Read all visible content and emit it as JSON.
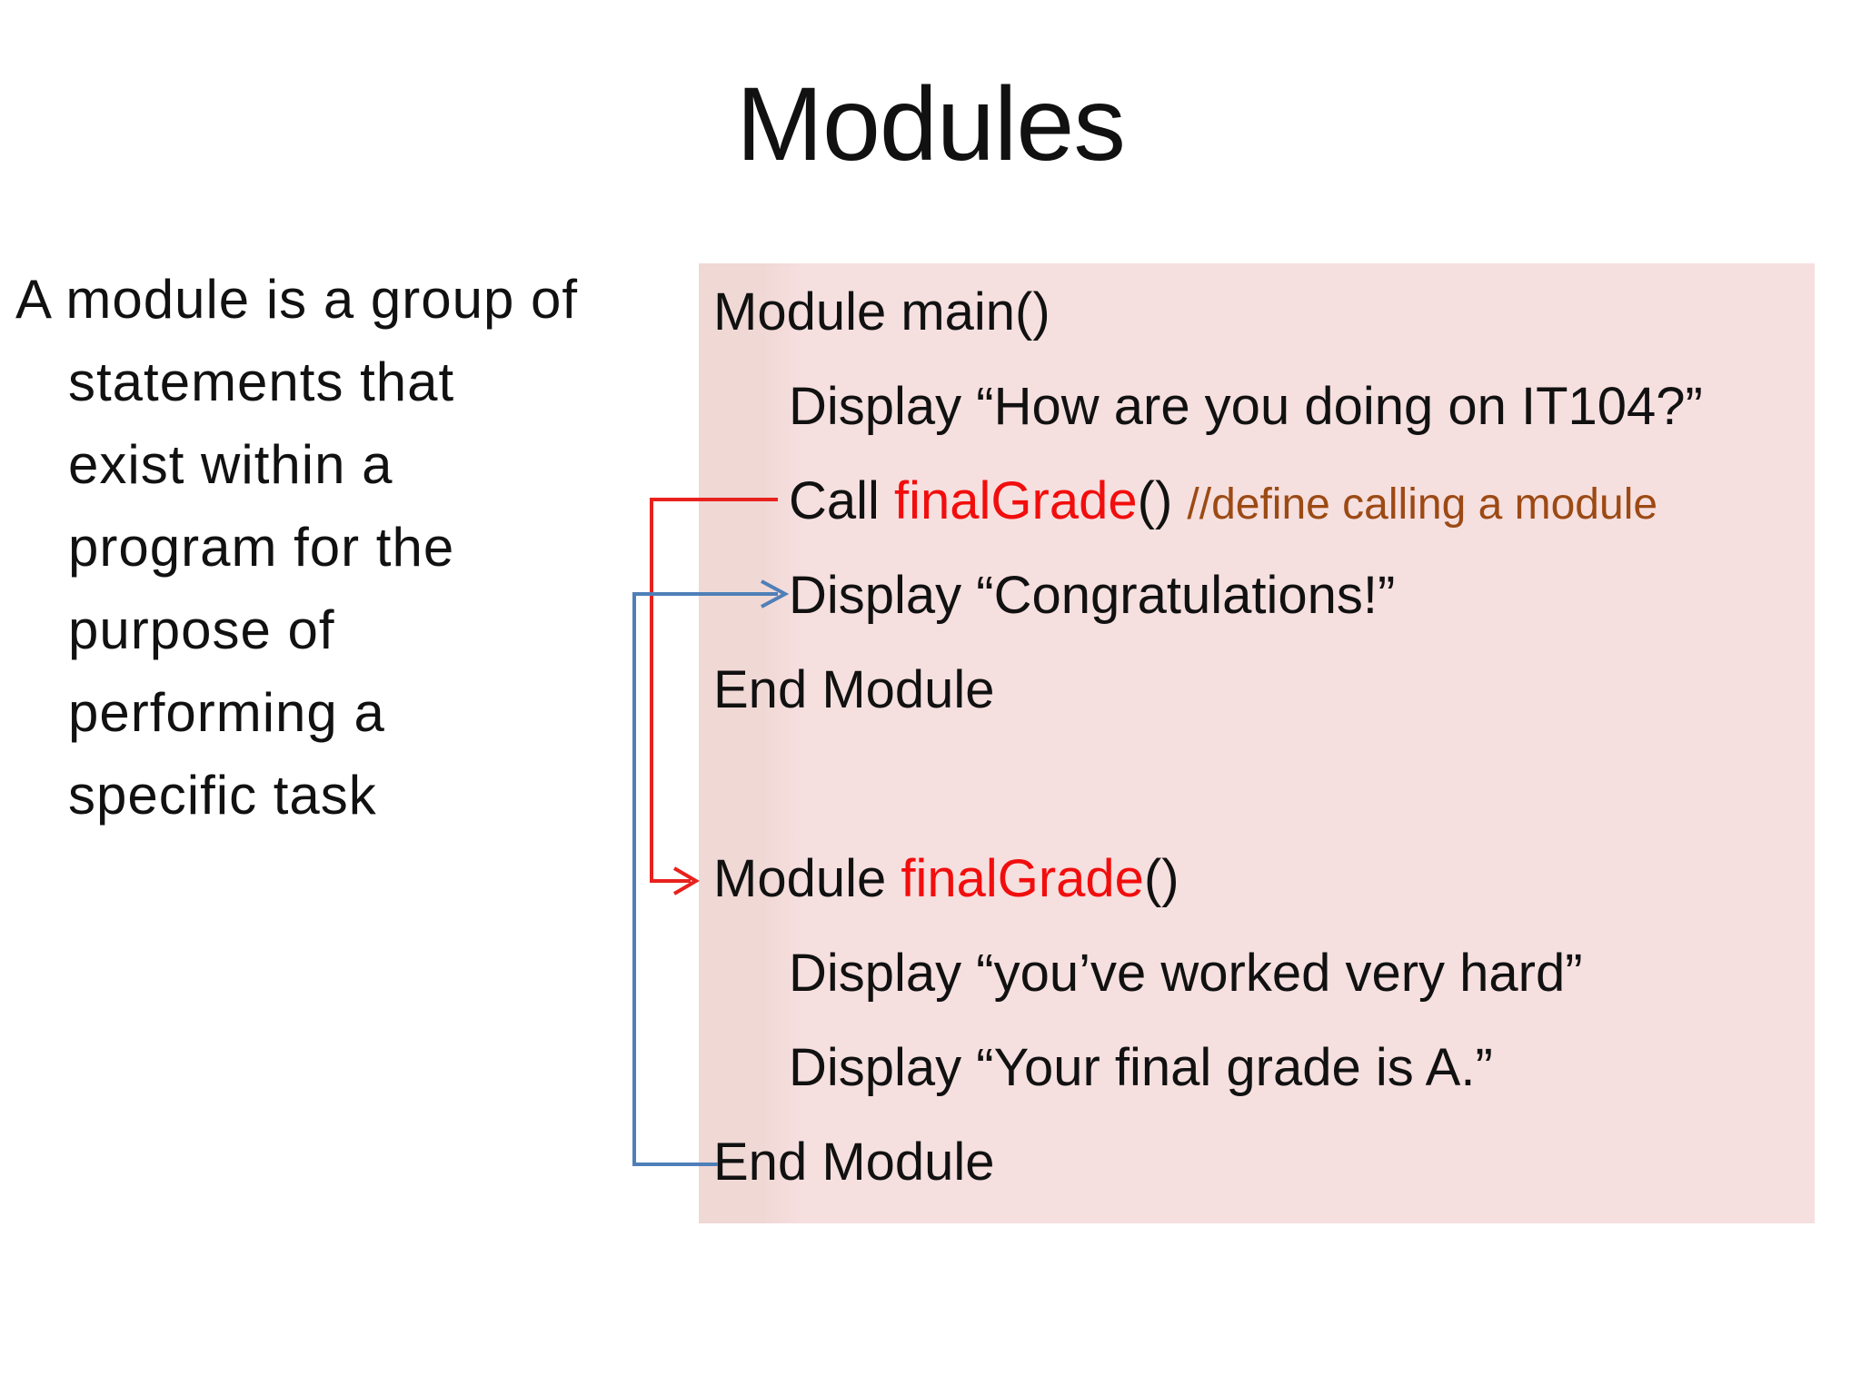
{
  "title": "Modules",
  "intro": {
    "lines": [
      "A module is a group of",
      "statements that",
      "exist within a",
      "program for the",
      "purpose of",
      "performing a",
      "specific task"
    ]
  },
  "code": {
    "module_main_open": "Module main()",
    "display_it104": "Display “How are you doing on IT104?”",
    "call_keyword": "Call ",
    "call_function": "finalGrade",
    "call_parens": "() ",
    "call_comment": "//define calling a module",
    "display_congrats": "Display “Congratulations!”",
    "end_module_main": "End Module",
    "module_def_keyword": "Module ",
    "module_def_function": "finalGrade",
    "module_def_parens": "()",
    "display_worked_hard": "Display “you’ve worked very hard”",
    "display_final_grade": "Display “Your final grade is A.”",
    "end_module_final": "End Module"
  },
  "colors": {
    "text_black": "#111111",
    "code_box_bg": "#f6dfdf",
    "function_red": "#f20d0d",
    "comment_brown": "#9c4a14",
    "arrow_red": "#e8211d",
    "arrow_blue": "#4e7fb8"
  }
}
